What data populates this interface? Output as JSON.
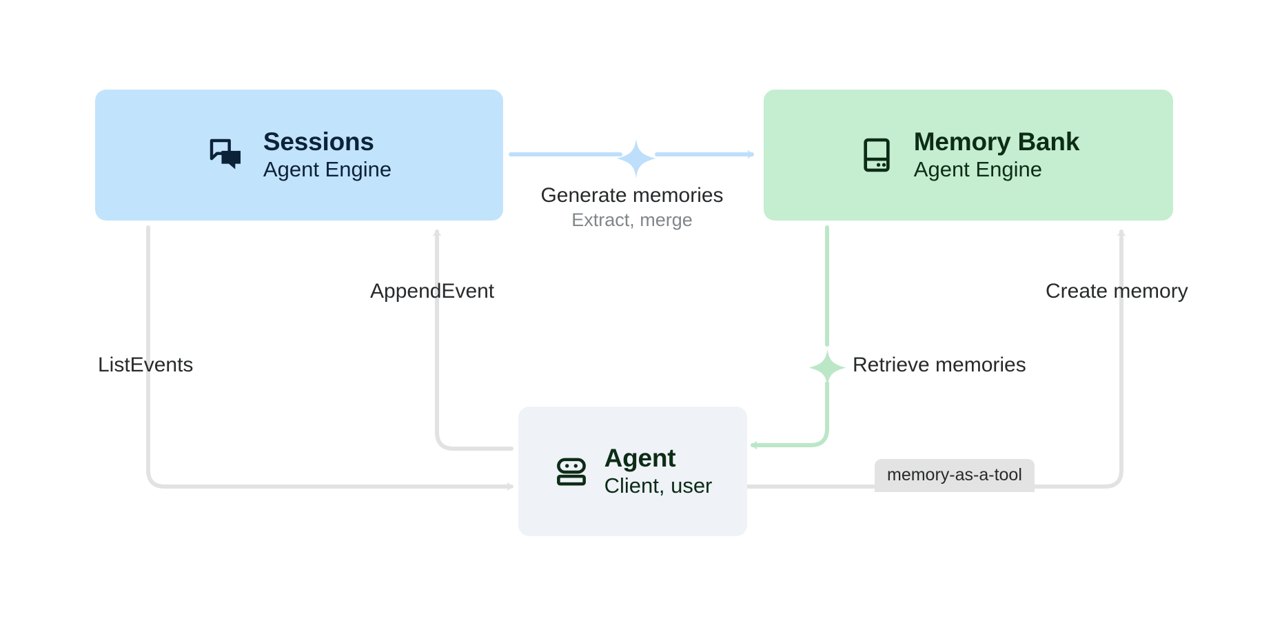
{
  "diagram": {
    "title": "Agent Engine Sessions and Memory Bank flow",
    "background": "#ffffff",
    "colors": {
      "sessions_fill": "#c2e3fc",
      "memory_fill": "#c5edd0",
      "agent_fill": "#eff2f7",
      "blue_edge": "#bddffb",
      "green_edge": "#bbe7c6",
      "gray_edge": "#e2e2e2",
      "badge_fill": "#e3e3e3",
      "label_text": "#27292b",
      "sublabel_text": "#818689"
    }
  },
  "nodes": [
    {
      "id": "sessions",
      "title": "Sessions",
      "subtitle": "Agent Engine",
      "icon": "chat-bubbles-icon"
    },
    {
      "id": "memory-bank",
      "title": "Memory Bank",
      "subtitle": "Agent Engine",
      "icon": "storage-bank-icon"
    },
    {
      "id": "agent",
      "title": "Agent",
      "subtitle": "Client, user",
      "icon": "robot-icon"
    }
  ],
  "edges": [
    {
      "id": "generate-memories",
      "from": "sessions",
      "to": "memory-bank",
      "label": "Generate memories",
      "sublabel": "Extract, merge",
      "color": "blue",
      "icon": "sparkle-icon"
    },
    {
      "id": "append-event",
      "from": "agent",
      "to": "sessions",
      "label": "AppendEvent",
      "color": "gray"
    },
    {
      "id": "list-events",
      "from": "sessions",
      "to": "agent",
      "label": "ListEvents",
      "color": "gray"
    },
    {
      "id": "create-memory",
      "from": "agent",
      "to": "memory-bank",
      "label": "Create memory",
      "color": "gray",
      "badge": "memory-as-a-tool"
    },
    {
      "id": "retrieve-memories",
      "from": "memory-bank",
      "to": "agent",
      "label": "Retrieve memories",
      "color": "green",
      "icon": "sparkle-icon"
    }
  ],
  "labels": {
    "generate_main": "Generate memories",
    "generate_sub": "Extract, merge",
    "append_event": "AppendEvent",
    "list_events": "ListEvents",
    "create_memory": "Create memory",
    "retrieve_memories": "Retrieve memories",
    "memory_as_a_tool": "memory-as-a-tool"
  }
}
